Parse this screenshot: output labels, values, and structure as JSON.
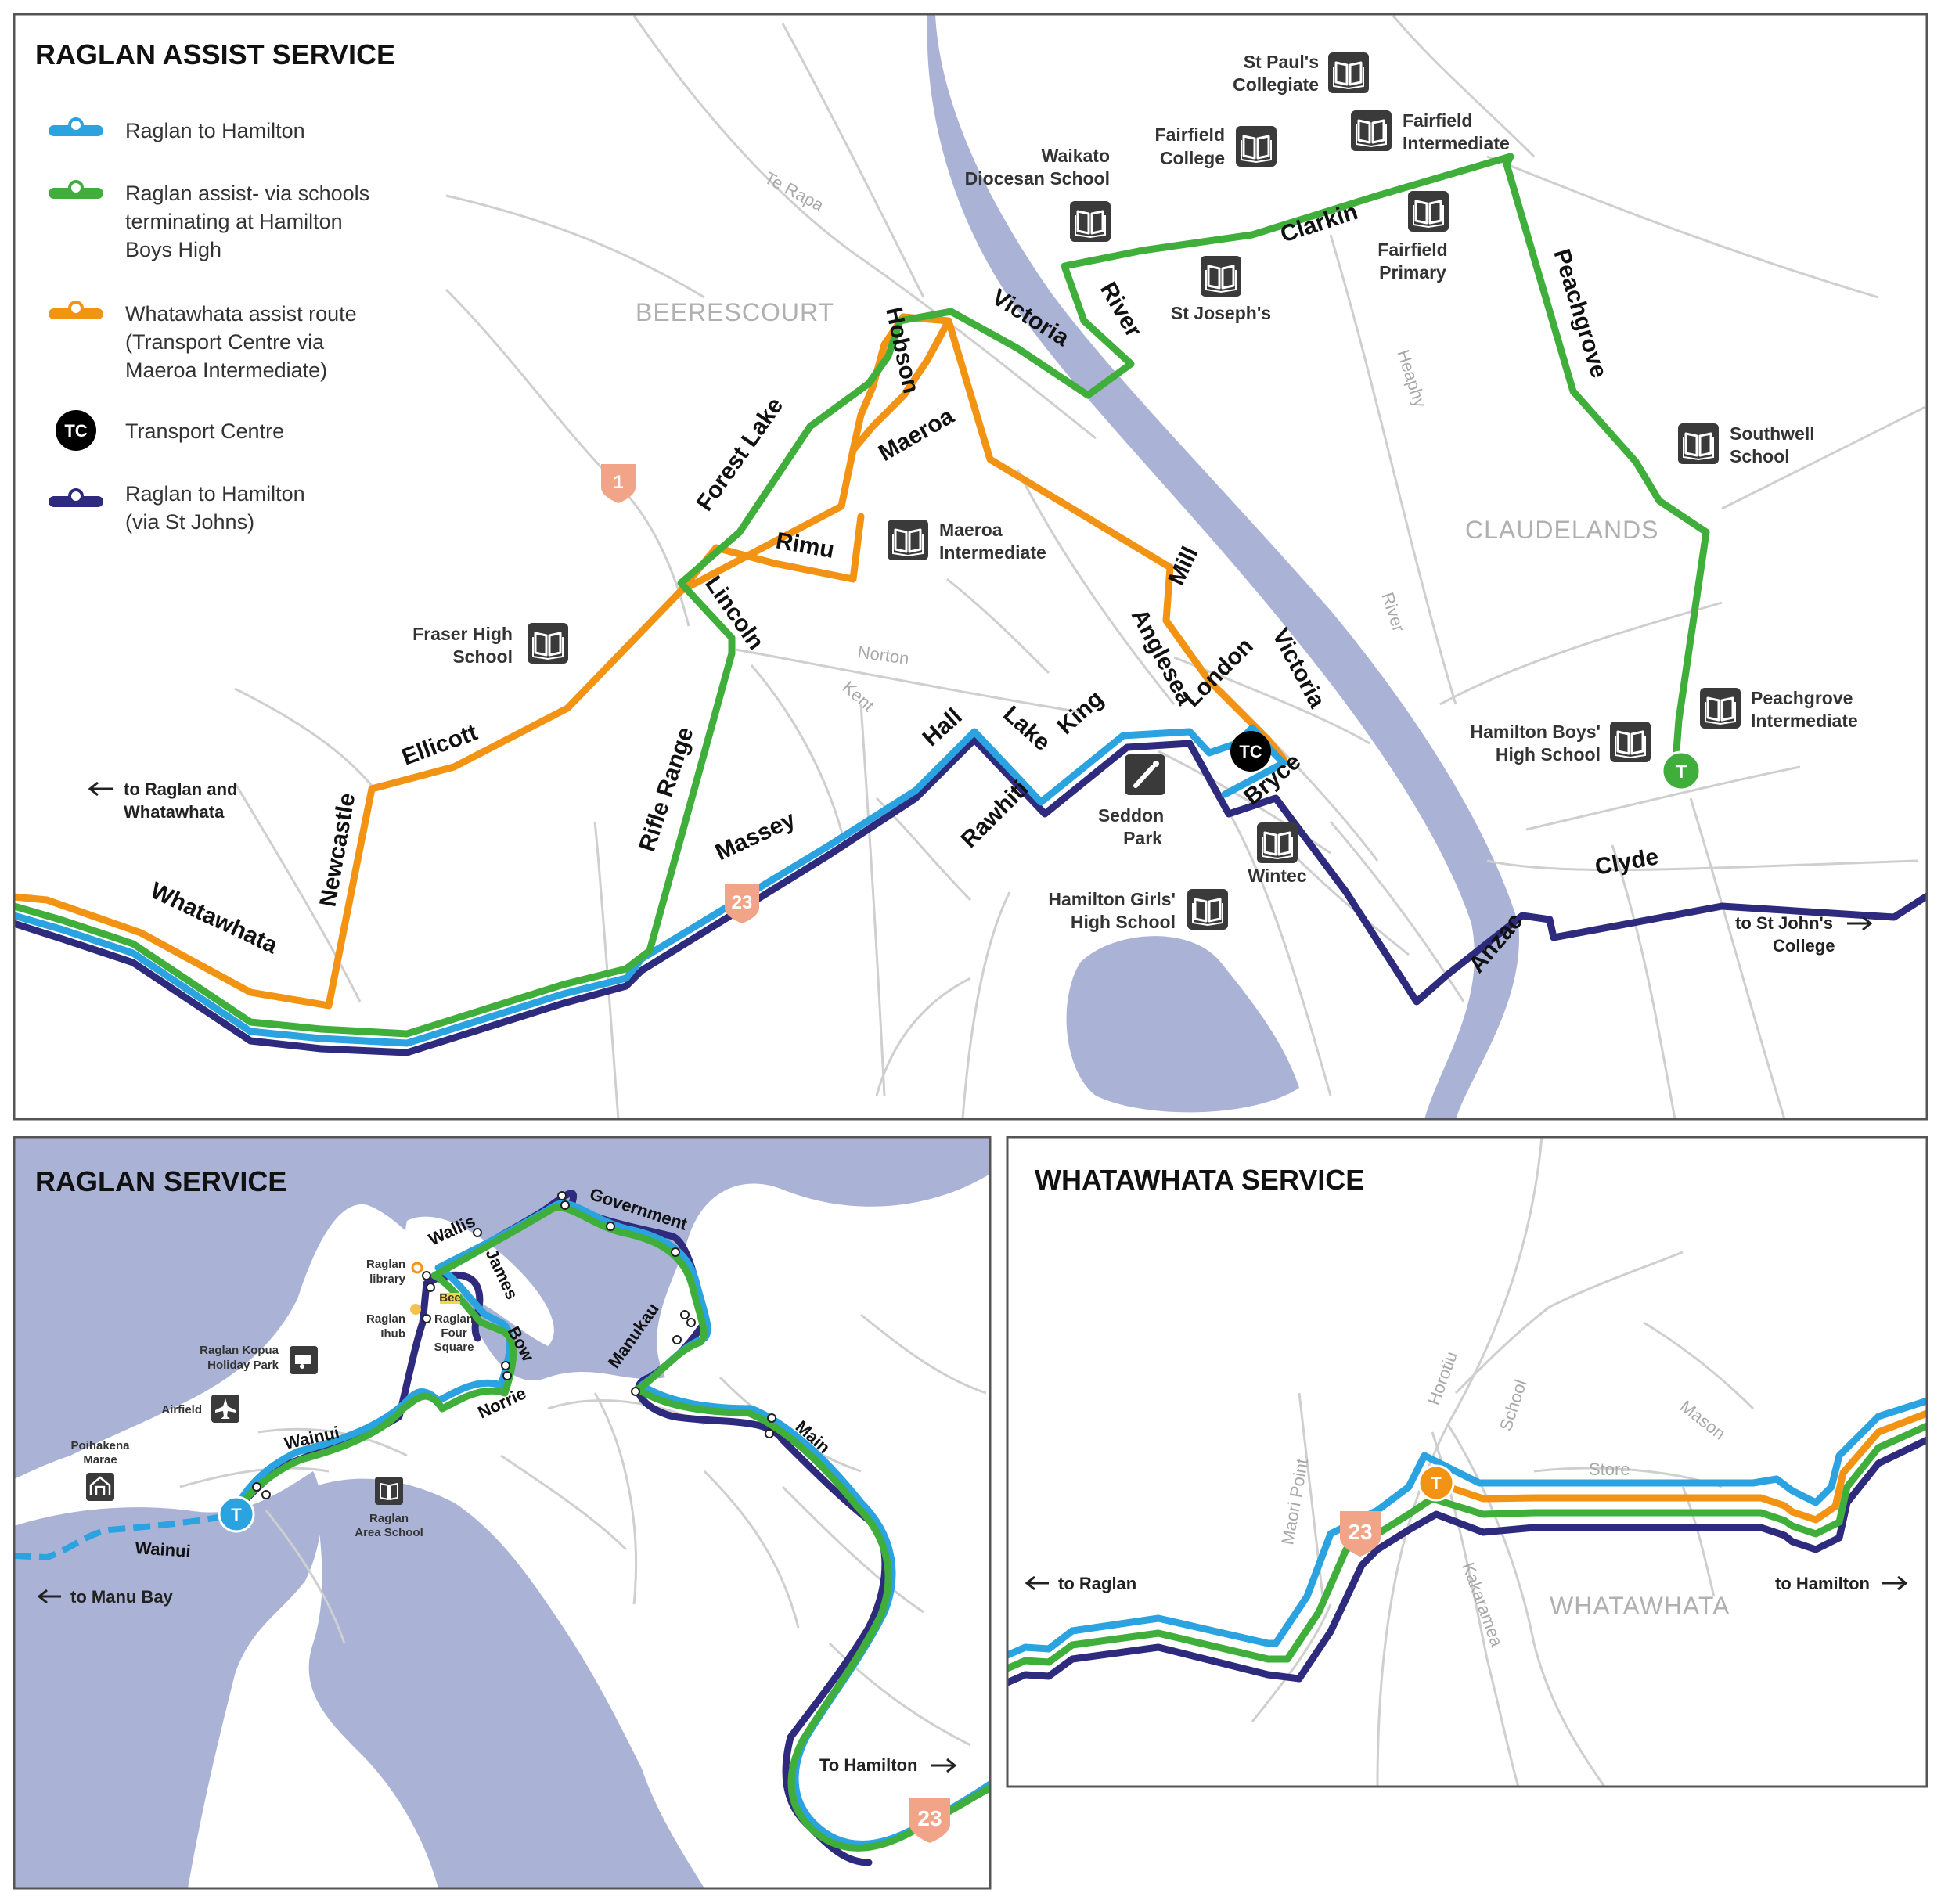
{
  "colors": {
    "blue": "#2aa3e0",
    "green": "#3fae3a",
    "orange": "#f39314",
    "navy": "#2e2a7d",
    "water": "#aab3d6",
    "highway": "#f2a488"
  },
  "assist": {
    "title": "RAGLAN ASSIST SERVICE",
    "legend": [
      {
        "color": "blue",
        "lines": [
          "Raglan to Hamilton"
        ]
      },
      {
        "color": "green",
        "lines": [
          "Raglan assist- via schools",
          "terminating at Hamilton",
          "Boys High"
        ]
      },
      {
        "color": "orange",
        "lines": [
          "Whatawhata assist route",
          "(Transport Centre via",
          "Maeroa Intermediate)"
        ]
      },
      {
        "color": "tc",
        "lines": [
          "Transport Centre"
        ]
      },
      {
        "color": "navy",
        "lines": [
          "Raglan to Hamilton",
          "(via St Johns)"
        ]
      }
    ],
    "tc_badge": "TC",
    "t_badge": "T",
    "highway_1": "1",
    "highway_23": "23",
    "areas": {
      "beerescourt": "BEERESCOURT",
      "claudelands": "CLAUDELANDS"
    },
    "streets": {
      "forest_lake": "Forest Lake",
      "hobson": "Hobson",
      "victoria": "Victoria",
      "river": "River",
      "clarkin": "Clarkin",
      "peachgrove": "Peachgrove",
      "maeroa": "Maeroa",
      "rimu": "Rimu",
      "lincoln": "Lincoln",
      "ellicott": "Ellicott",
      "newcastle": "Newcastle",
      "whatawhata": "Whatawhata",
      "rifle_range": "Rifle Range",
      "massey": "Massey",
      "hall": "Hall",
      "lake": "Lake",
      "king": "King",
      "rawhiti": "Rawhiti",
      "anglesea": "Anglesea",
      "mill": "Mill",
      "london": "London",
      "victoria2": "Victoria",
      "bryce": "Bryce",
      "anzac": "Anzac",
      "clyde": "Clyde"
    },
    "minor_streets": {
      "te_rapa": "Te Rapa",
      "heaphy": "Heaphy",
      "river": "River",
      "norton": "Norton",
      "kent": "Kent"
    },
    "pois": {
      "st_pauls": [
        "St Paul's",
        "Collegiate"
      ],
      "fairfield_college": [
        "Fairfield",
        "College"
      ],
      "fairfield_intermediate": [
        "Fairfield",
        "Intermediate"
      ],
      "waikato_diocesan": [
        "Waikato",
        "Diocesan School"
      ],
      "fairfield_primary": [
        "Fairfield",
        "Primary"
      ],
      "st_josephs": [
        "St Joseph's"
      ],
      "southwell": [
        "Southwell",
        "School"
      ],
      "maeroa_intermediate": [
        "Maeroa",
        "Intermediate"
      ],
      "fraser_high": [
        "Fraser High",
        "School"
      ],
      "peachgrove_intermediate": [
        "Peachgrove",
        "Intermediate"
      ],
      "hamilton_boys": [
        "Hamilton Boys'",
        "High School"
      ],
      "seddon_park": [
        "Seddon",
        "Park"
      ],
      "wintec": [
        "Wintec"
      ],
      "hamilton_girls": [
        "Hamilton Girls'",
        "High School"
      ]
    },
    "directions": {
      "to_raglan": [
        "to Raglan and",
        "Whatawhata"
      ],
      "to_st_johns": [
        "to St John's",
        "College"
      ]
    }
  },
  "raglan": {
    "title": "RAGLAN SERVICE",
    "streets": {
      "government": "Government",
      "wallis": "Wallis",
      "james": "James",
      "bow": "Bow",
      "norrie": "Norrie",
      "manukau": "Manukau",
      "wainui": "Wainui",
      "wainui2": "Wainui",
      "main": "Main"
    },
    "pois": {
      "raglan_library": [
        "Raglan",
        "library"
      ],
      "raglan_ihub": [
        "Raglan",
        "Ihub"
      ],
      "raglan_four_square": [
        "Raglan",
        "Four",
        "Square"
      ],
      "raglan_kopua": [
        "Raglan Kopua",
        "Holiday Park"
      ],
      "airfield": [
        "Airfield"
      ],
      "poihakena": [
        "Poihakena",
        "Marae"
      ],
      "raglan_area_school": [
        "Raglan",
        "Area School"
      ]
    },
    "four_square_tag": "Bee",
    "t_badge": "T",
    "highway_23": "23",
    "directions": {
      "to_manu_bay": "to Manu Bay",
      "to_hamilton": "To Hamilton"
    }
  },
  "whatawhata": {
    "title": "WHATAWHATA SERVICE",
    "streets": {
      "horotiu": "Horotiu",
      "school": "School",
      "mason": "Mason",
      "store": "Store",
      "maori_point": "Maori Point",
      "kakaramea": "Kakaramea"
    },
    "area": "WHATAWHATA",
    "t_badge": "T",
    "highway_23": "23",
    "directions": {
      "to_raglan": "to Raglan",
      "to_hamilton": "to Hamilton"
    }
  }
}
